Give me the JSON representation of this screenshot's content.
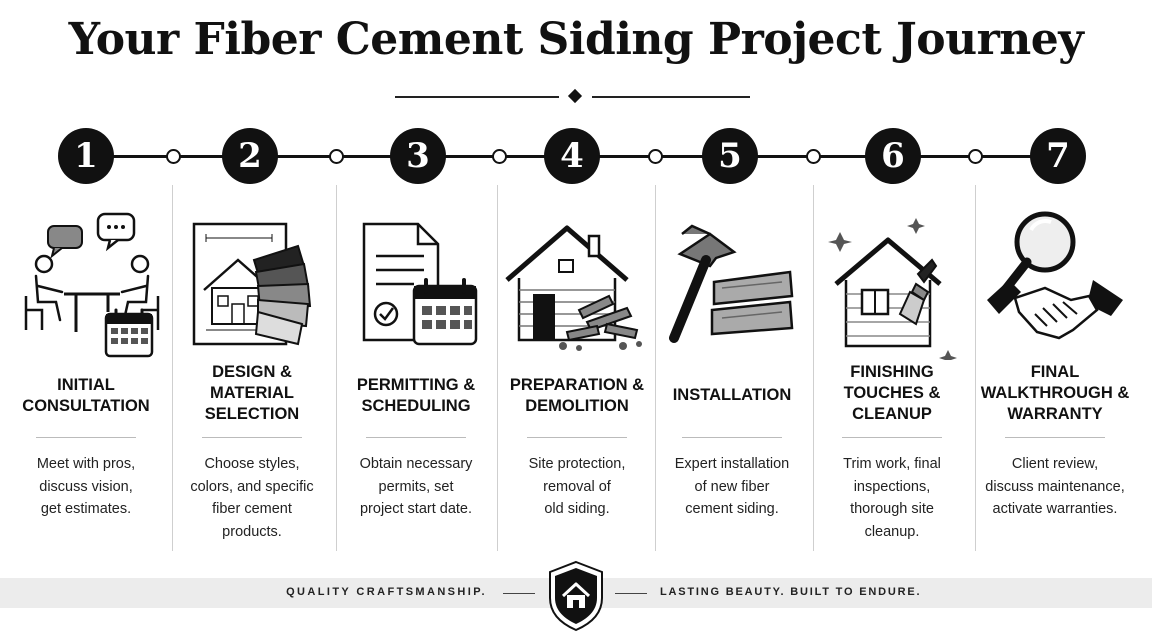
{
  "title": "Your Fiber Cement Siding Project Journey",
  "steps": [
    {
      "number": "1",
      "title_lines": [
        "INITIAL",
        "CONSULTATION"
      ],
      "desc_lines": [
        "Meet with pros,",
        "discuss vision,",
        "get estimates."
      ],
      "icon": "consultation-meeting-icon"
    },
    {
      "number": "2",
      "title_lines": [
        "DESIGN &",
        "MATERIAL",
        "SELECTION"
      ],
      "desc_lines": [
        "Choose styles,",
        "colors, and specific",
        "fiber cement",
        "products."
      ],
      "icon": "blueprint-swatches-icon"
    },
    {
      "number": "3",
      "title_lines": [
        "PERMITTING &",
        "SCHEDULING"
      ],
      "desc_lines": [
        "Obtain necessary",
        "permits, set",
        "project start date."
      ],
      "icon": "permit-calendar-icon"
    },
    {
      "number": "4",
      "title_lines": [
        "PREPARATION &",
        "DEMOLITION"
      ],
      "desc_lines": [
        "Site protection,",
        "removal of",
        "old siding."
      ],
      "icon": "house-demolition-icon"
    },
    {
      "number": "5",
      "title_lines": [
        "INSTALLATION"
      ],
      "desc_lines": [
        "Expert installation",
        "of new fiber",
        "cement siding."
      ],
      "icon": "hammer-siding-icon"
    },
    {
      "number": "6",
      "title_lines": [
        "FINISHING",
        "TOUCHES &",
        "CLEANUP"
      ],
      "desc_lines": [
        "Trim work, final",
        "inspections,",
        "thorough site",
        "cleanup."
      ],
      "icon": "house-paintbrush-icon"
    },
    {
      "number": "7",
      "title_lines": [
        "FINAL",
        "WALKTHROUGH &",
        "WARRANTY"
      ],
      "desc_lines": [
        "Client review,",
        "discuss maintenance,",
        "activate warranties."
      ],
      "icon": "magnifier-handshake-icon"
    }
  ],
  "footer": {
    "left_text": "QUALITY CRAFTSMANSHIP.",
    "right_text": "LASTING BEAUTY. BUILT TO ENDURE.",
    "emblem_icon": "shield-house-icon"
  },
  "colors": {
    "ink": "#111111",
    "background": "#ffffff",
    "footer_band": "#ececec",
    "divider": "#cfcfcf"
  }
}
